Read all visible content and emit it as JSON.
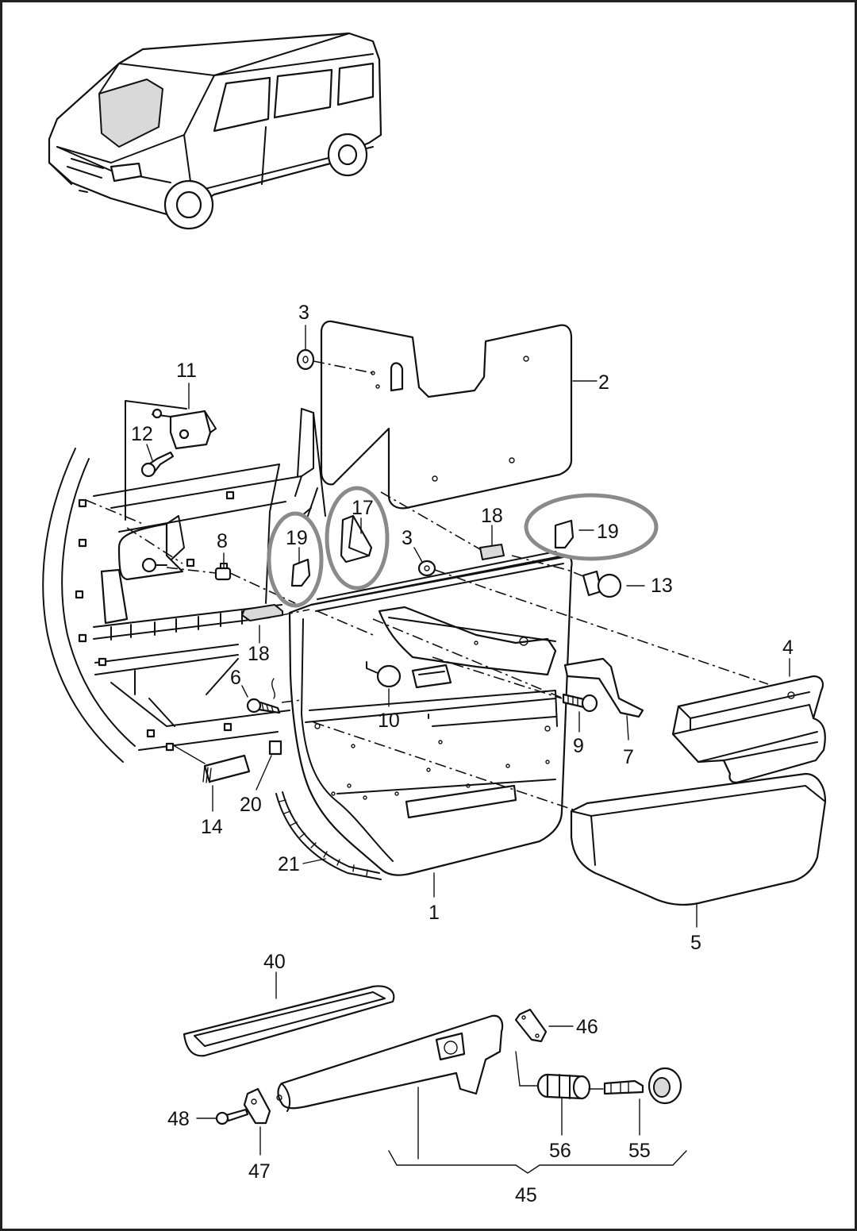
{
  "callouts": [
    {
      "id": "c3a",
      "text": "3"
    },
    {
      "id": "c2",
      "text": "2"
    },
    {
      "id": "c11",
      "text": "11"
    },
    {
      "id": "c12",
      "text": "12"
    },
    {
      "id": "c8",
      "text": "8"
    },
    {
      "id": "c19a",
      "text": "19"
    },
    {
      "id": "c17",
      "text": "17"
    },
    {
      "id": "c18a",
      "text": "18"
    },
    {
      "id": "c3b",
      "text": "3"
    },
    {
      "id": "c19b",
      "text": "19"
    },
    {
      "id": "c13",
      "text": "13"
    },
    {
      "id": "c18b",
      "text": "18"
    },
    {
      "id": "c6",
      "text": "6"
    },
    {
      "id": "c10",
      "text": "10"
    },
    {
      "id": "c9",
      "text": "9"
    },
    {
      "id": "c7",
      "text": "7"
    },
    {
      "id": "c4",
      "text": "4"
    },
    {
      "id": "c14",
      "text": "14"
    },
    {
      "id": "c20",
      "text": "20"
    },
    {
      "id": "c21",
      "text": "21"
    },
    {
      "id": "c1",
      "text": "1"
    },
    {
      "id": "c5",
      "text": "5"
    },
    {
      "id": "c40",
      "text": "40"
    },
    {
      "id": "c46",
      "text": "46"
    },
    {
      "id": "c48",
      "text": "48"
    },
    {
      "id": "c47",
      "text": "47"
    },
    {
      "id": "c56",
      "text": "56"
    },
    {
      "id": "c55",
      "text": "55"
    },
    {
      "id": "c45",
      "text": "45"
    }
  ],
  "highlighted_parts": [
    "19",
    "17",
    "19"
  ]
}
